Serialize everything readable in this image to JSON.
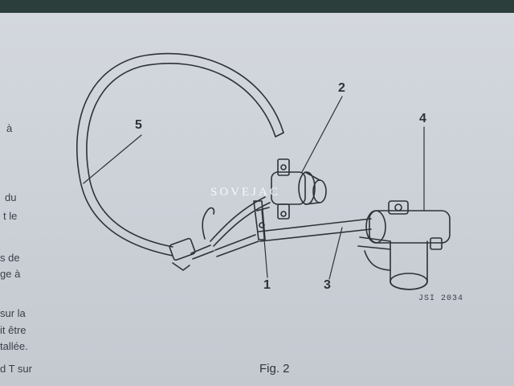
{
  "page": {
    "margin_text": [
      "à",
      "du",
      "t  le",
      "s de",
      "ge à",
      "sur la",
      "it être",
      "tallée.",
      "d T sur"
    ]
  },
  "figure": {
    "labels": [
      "1",
      "2",
      "3",
      "4",
      "5"
    ],
    "code": "JSI 2034",
    "watermark": "SOVEJAC",
    "caption": "Fig. 2"
  }
}
